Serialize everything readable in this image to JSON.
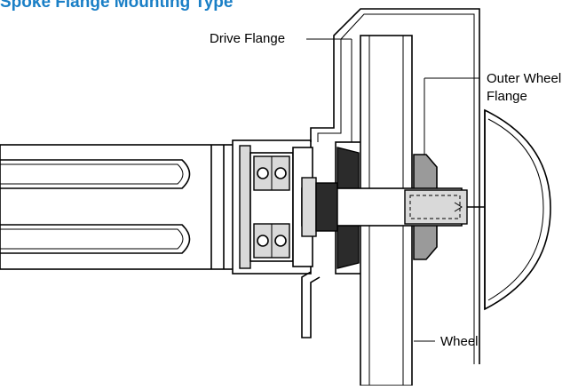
{
  "heading": "Spoke Flange Mounting Type",
  "labels": {
    "drive_flange": "Drive Flange",
    "outer_wheel_flange_line1": "Outer Wheel",
    "outer_wheel_flange_line2": "Flange",
    "wheel": "Wheel"
  }
}
